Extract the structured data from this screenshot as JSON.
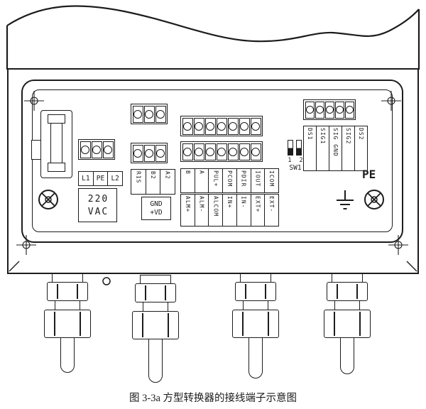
{
  "colors": {
    "ink": "#1c1c1c",
    "background": "#ffffff"
  },
  "caption": "图 3-3a 方型转换器的接线端子示意图",
  "enclosure": {
    "power_block": {
      "terminals": [
        "L1",
        "PE",
        "L2"
      ],
      "voltage": {
        "line1": "220",
        "line2": "VAC"
      }
    },
    "comm_block": {
      "terminals": [
        "R1S",
        "B2",
        "A2"
      ],
      "aux": {
        "line1": "GND",
        "line2": "+VD"
      }
    },
    "io_block": {
      "row1_labels": [
        "B",
        "A",
        "PUL+",
        "PCOM",
        "PDIR",
        "IOUT",
        "ICOM"
      ],
      "row2_labels": [
        "ALM+",
        "ALM-",
        "ALCOM",
        "IN+",
        "IN-",
        "EXT+",
        "EXT-"
      ]
    },
    "sensor_block": {
      "labels": [
        "DS1",
        "SIG1",
        "SIG GND",
        "SIG2",
        "DS2"
      ]
    },
    "dip_switch": {
      "numbers": "1 2",
      "label": "SW1"
    },
    "ground_label": "PE"
  }
}
